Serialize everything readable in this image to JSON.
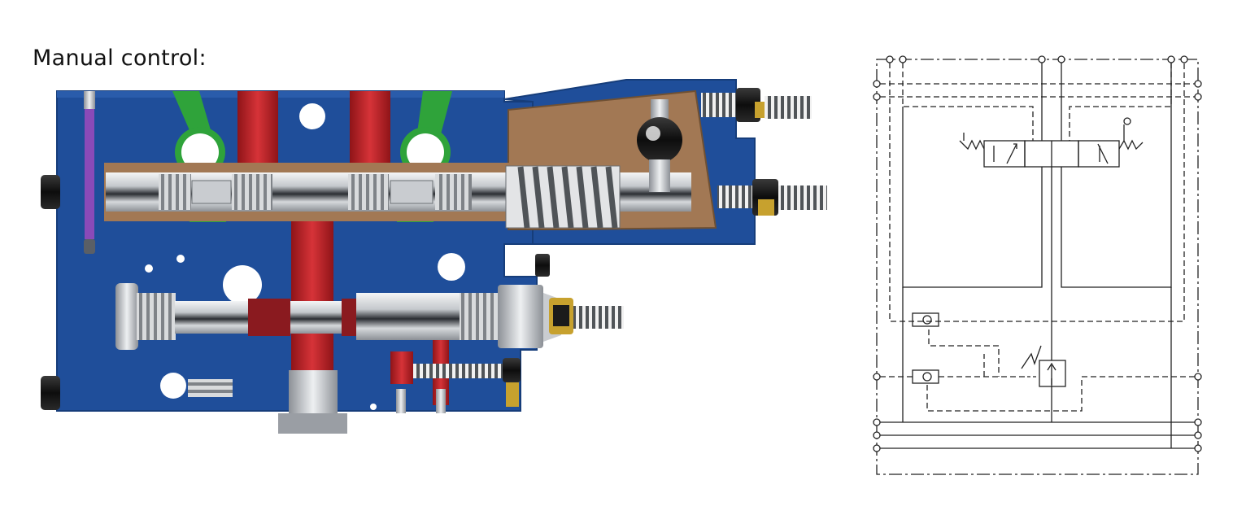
{
  "page": {
    "title": "Manual control:"
  },
  "colors": {
    "valve_body_blue": "#1f4e9a",
    "valve_body_edge": "#163d7a",
    "cover_brown": "#a27854",
    "channel_red": "#c3252a",
    "channel_green": "#2fa33a",
    "indicator_purple": "#8a4ab8",
    "steel": "#c9ccd0",
    "fitting_brass": "#c7a12e",
    "schematic_line": "#222222"
  },
  "figures": {
    "left": "valve-cutaway-render",
    "right": "hydraulic-schematic"
  }
}
